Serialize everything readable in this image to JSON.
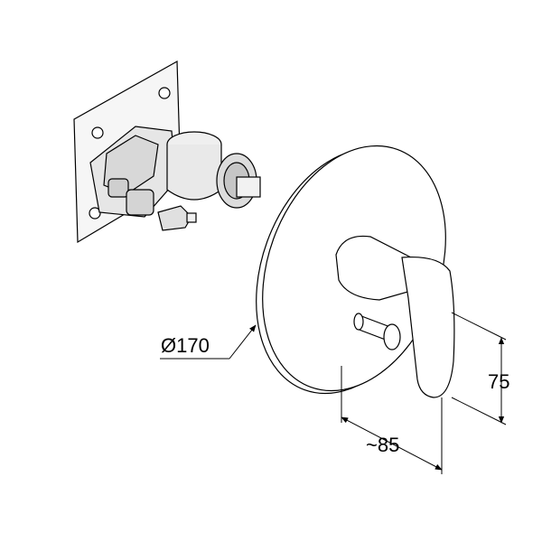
{
  "dimensions": {
    "diameter_label": "Ø170",
    "height_label": "75",
    "depth_label": "~85"
  }
}
